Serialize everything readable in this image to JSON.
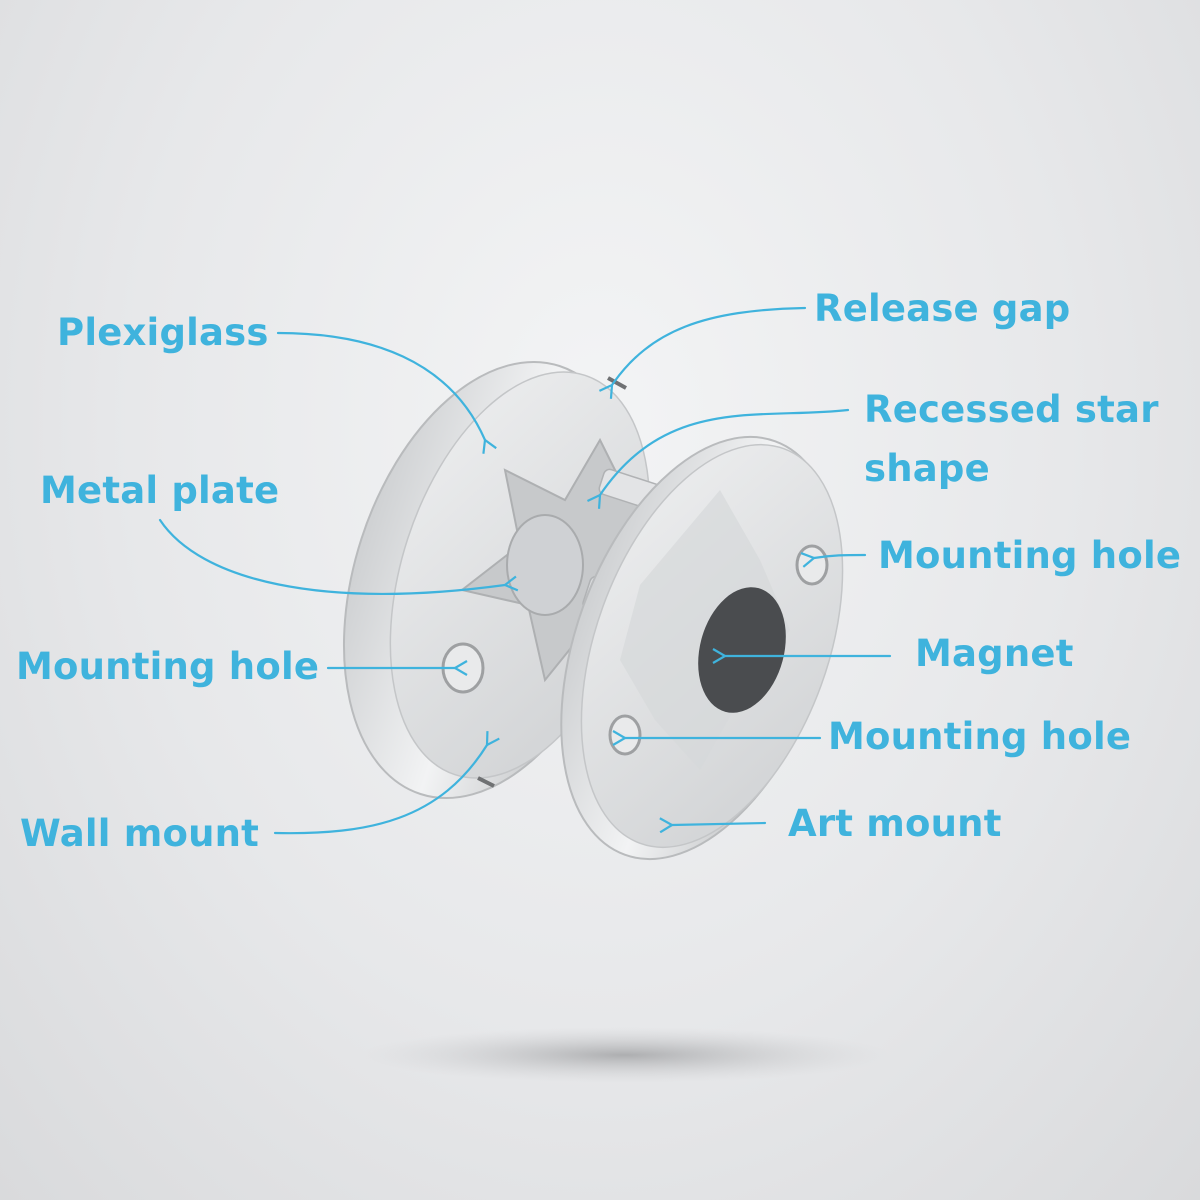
{
  "colors": {
    "accent": "#3fb3dd",
    "plastic": "#dcdee0",
    "magnet": "#4a4c4f"
  },
  "labels": {
    "plexiglass": "Plexiglass",
    "release_gap": "Release gap",
    "recessed_star_line1": "Recessed star",
    "recessed_star_line2": "shape",
    "metal_plate": "Metal plate",
    "mounting_hole_right_top": "Mounting hole",
    "magnet": "Magnet",
    "mounting_hole_left": "Mounting hole",
    "mounting_hole_right_bottom": "Mounting hole",
    "wall_mount": "Wall mount",
    "art_mount": "Art mount"
  }
}
